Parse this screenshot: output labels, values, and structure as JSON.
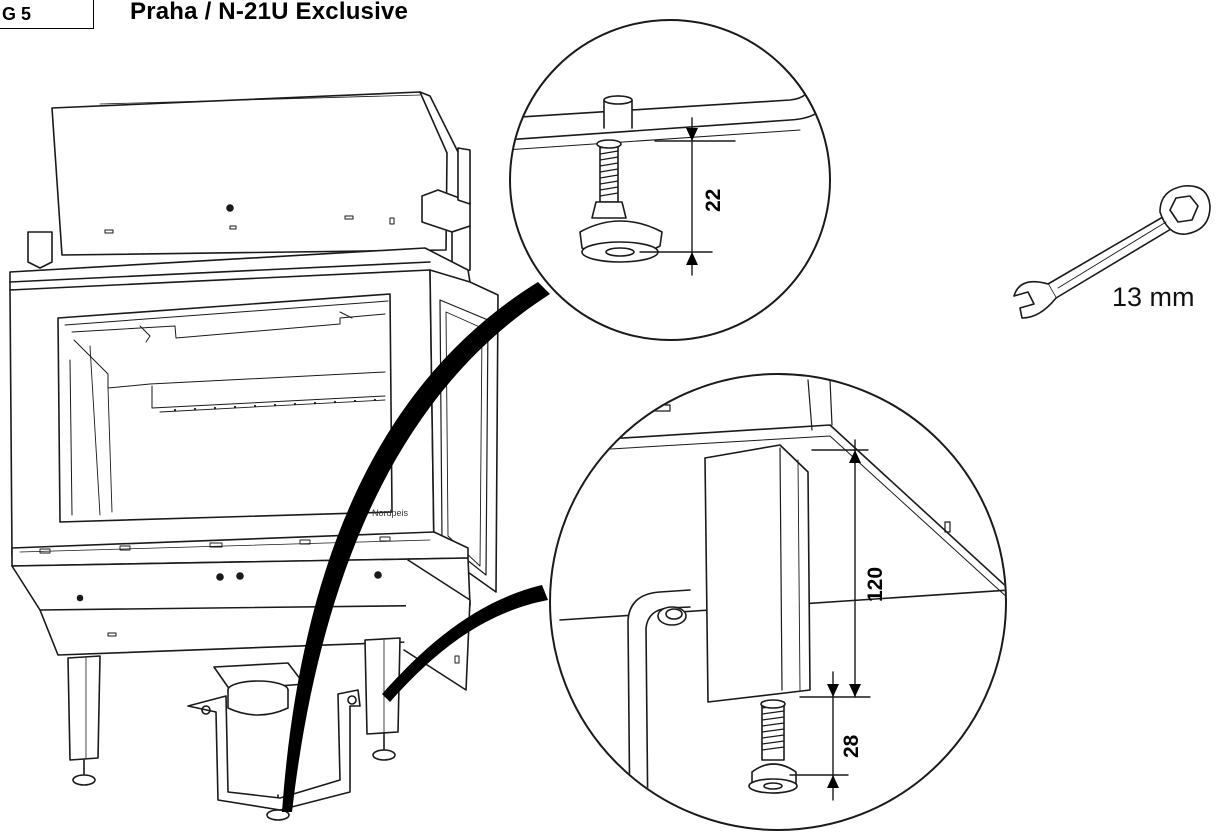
{
  "header": {
    "fig_label": "G 5",
    "title": "Praha / N-21U Exclusive"
  },
  "fireplace": {
    "brand_mark": "Nordpeis"
  },
  "details": {
    "top": {
      "dimension": "22"
    },
    "bottom": {
      "upper_dimension": "120",
      "lower_dimension": "28"
    }
  },
  "tool": {
    "label": "13 mm",
    "icon": "wrench-icon"
  },
  "colors": {
    "line": "#1a1a1a",
    "callout_band": "#000000"
  }
}
